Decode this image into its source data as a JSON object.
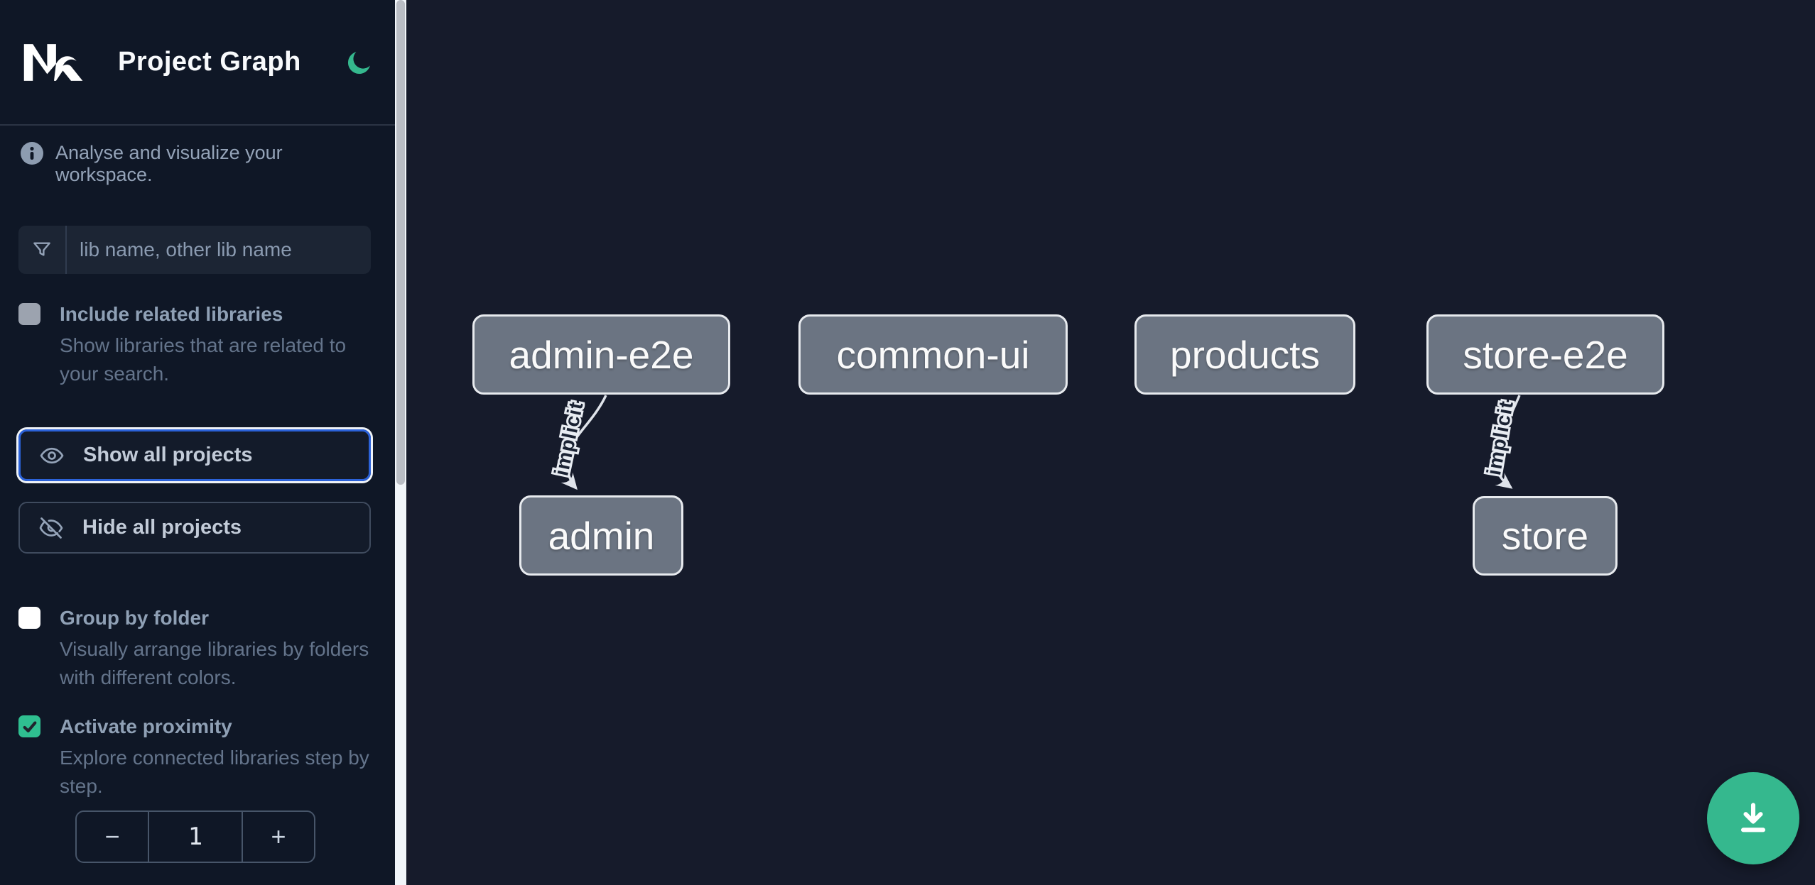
{
  "header": {
    "brand": "Nx",
    "title": "Project Graph"
  },
  "intro": "Analyse and visualize your workspace.",
  "filter": {
    "placeholder": "lib name, other lib name"
  },
  "buttons": {
    "show_all": "Show all projects",
    "hide_all": "Hide all projects"
  },
  "toggles": {
    "include_related": {
      "label": "Include related libraries",
      "description": "Show libraries that are related to your search.",
      "checked": false
    },
    "group_by_folder": {
      "label": "Group by folder",
      "description": "Visually arrange libraries by folders with different colors.",
      "checked": false
    },
    "activate_proximity": {
      "label": "Activate proximity",
      "description": "Explore connected libraries step by step.",
      "checked": true
    }
  },
  "stepper": {
    "decrement": "−",
    "value": "1",
    "increment": "+"
  },
  "graph": {
    "nodes": [
      {
        "label": "admin-e2e"
      },
      {
        "label": "common-ui"
      },
      {
        "label": "products"
      },
      {
        "label": "store-e2e"
      },
      {
        "label": "admin"
      },
      {
        "label": "store"
      }
    ],
    "edges": [
      {
        "source": "admin-e2e",
        "target": "admin",
        "label": "implicit"
      },
      {
        "source": "store-e2e",
        "target": "store",
        "label": "implicit"
      }
    ]
  },
  "colors": {
    "accent_green": "#35b88e",
    "focus_blue": "#2b62d9",
    "node_fill": "#6b7482",
    "sidebar_bg": "#0f1726",
    "canvas_bg": "#161b2b"
  }
}
